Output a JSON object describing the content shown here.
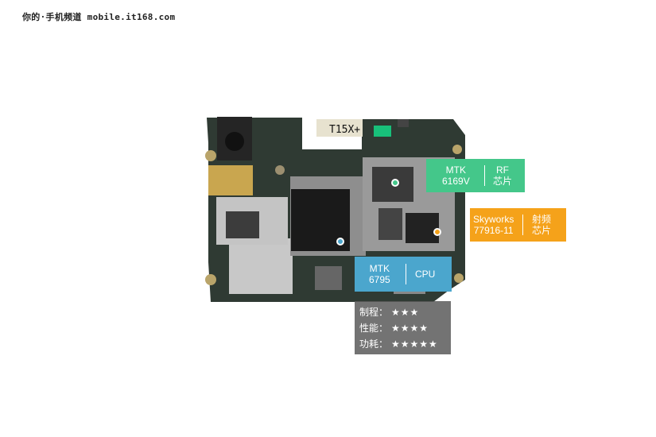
{
  "watermark": "你的·手机频道 mobile.it168.com",
  "board_marking": "T15X+",
  "labels": {
    "rf": {
      "chip": "MTK",
      "model": "6169V",
      "role1": "RF",
      "role2": "芯片",
      "color": "#44c78a"
    },
    "skyworks": {
      "chip": "Skyworks",
      "model": "77916-11",
      "role1": "射频",
      "role2": "芯片",
      "color": "#f5a21a"
    },
    "cpu": {
      "chip": "MTK",
      "model": "6795",
      "role1": "CPU",
      "color": "#4ba6cd"
    }
  },
  "rating": [
    {
      "key": "制程：",
      "stars": "★★★",
      "value": 3
    },
    {
      "key": "性能：",
      "stars": "★★★★",
      "value": 4
    },
    {
      "key": "功耗：",
      "stars": "★★★★★",
      "value": 5
    }
  ]
}
